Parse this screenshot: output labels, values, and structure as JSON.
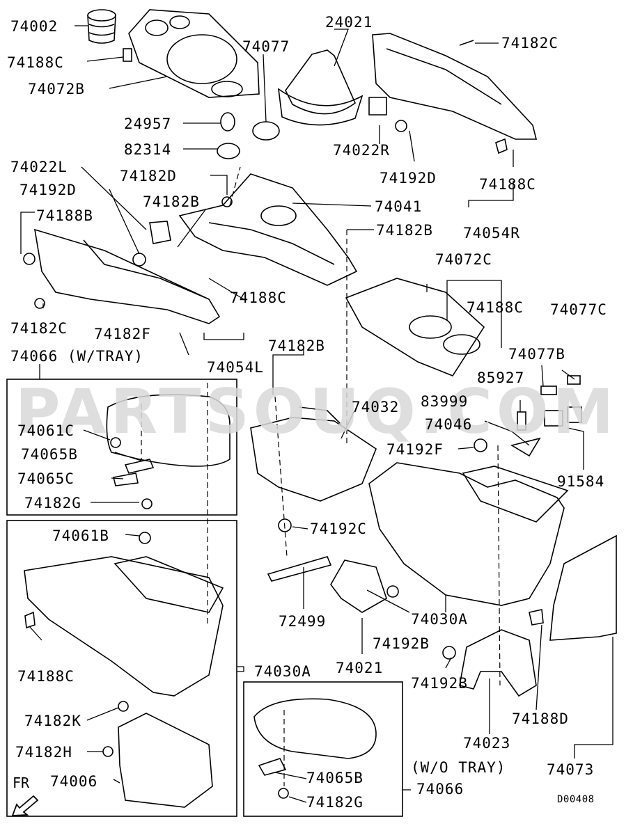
{
  "watermark": "PARTSOUQ.COM",
  "diagram_code": "D00408",
  "direction_label": "FR",
  "labels": {
    "p74002": "74002",
    "p74188C_a": "74188C",
    "p74072B": "74072B",
    "p74077": "74077",
    "p24021": "24021",
    "p74182C_a": "74182C",
    "p24957": "24957",
    "p82314": "82314",
    "p74022R": "74022R",
    "p74192D_a": "74192D",
    "p74188C_b": "74188C",
    "p74022L": "74022L",
    "p74182D": "74182D",
    "p74192D_b": "74192D",
    "p74182B_a": "74182B",
    "p74041": "74041",
    "p74188B": "74188B",
    "p74182B_b": "74182B",
    "p74054R": "74054R",
    "p74072C": "74072C",
    "p74188C_c": "74188C",
    "p74182C_b": "74182C",
    "p74182F": "74182F",
    "p74188C_d": "74188C",
    "p74077C": "74077C",
    "p74066_tray": "74066 (W/TRAY)",
    "p74182B_c": "74182B",
    "p74054L": "74054L",
    "p74077B": "74077B",
    "p85927": "85927",
    "p83999": "83999",
    "p74032": "74032",
    "p74061C": "74061C",
    "p74046": "74046",
    "p74065B_a": "74065B",
    "p74192F": "74192F",
    "p74065C": "74065C",
    "p91584": "91584",
    "p74182G_a": "74182G",
    "p74061B": "74061B",
    "p74192C": "74192C",
    "p72499": "72499",
    "p74030A_a": "74030A",
    "p74188C_e": "74188C",
    "p74192B_a": "74192B",
    "p74021": "74021",
    "p74030A_b": "74030A",
    "p74192B_b": "74192B",
    "p74182K": "74182K",
    "p74188D": "74188D",
    "p74182H": "74182H",
    "p74023": "74023",
    "p74065B_b": "74065B",
    "p74006": "74006",
    "p74073": "74073",
    "p74066_notray": "(W/O TRAY)",
    "p74066": "74066",
    "p74182G_b": "74182G"
  }
}
